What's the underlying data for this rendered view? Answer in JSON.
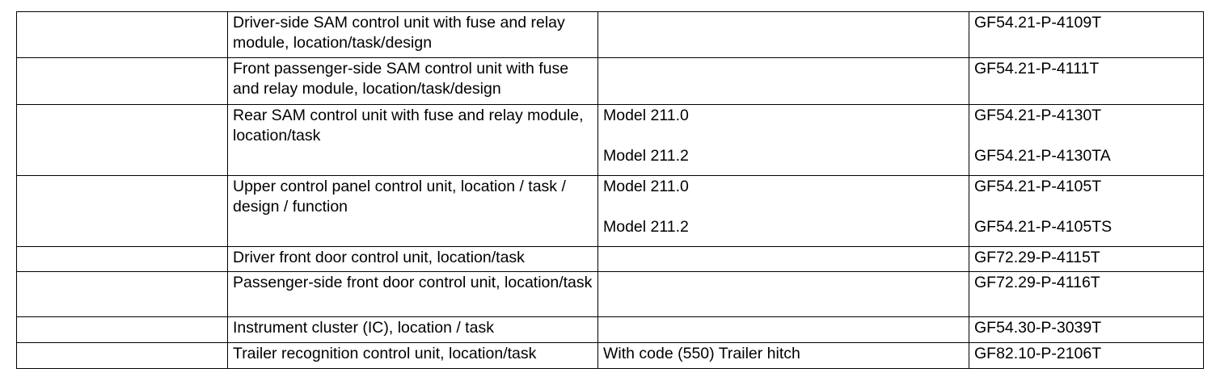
{
  "rows": [
    {
      "desc": "Driver-side SAM control unit with fuse and relay module, location/task/design",
      "cond": [],
      "codes": [
        "GF54.21-P-4109T"
      ]
    },
    {
      "desc": "Front passenger-side SAM control unit with fuse and relay module, location/task/design",
      "cond": [],
      "codes": [
        "GF54.21-P-4111T"
      ]
    },
    {
      "desc": "Rear SAM control unit with fuse and relay module, location/task",
      "cond": [
        "Model 211.0",
        "Model 211.2"
      ],
      "codes": [
        "GF54.21-P-4130T",
        "GF54.21-P-4130TA"
      ]
    },
    {
      "desc": "Upper control panel control unit, location / task / design / function",
      "cond": [
        "Model 211.0",
        "Model 211.2"
      ],
      "codes": [
        "GF54.21-P-4105T",
        "GF54.21-P-4105TS"
      ]
    },
    {
      "desc": "Driver front door control unit, location/task",
      "cond": [],
      "codes": [
        "GF72.29-P-4115T"
      ]
    },
    {
      "desc": "Passenger-side front door control unit, location/task",
      "cond": [],
      "codes": [
        "GF72.29-P-4116T"
      ]
    },
    {
      "desc": "Instrument cluster (IC), location / task",
      "cond": [],
      "codes": [
        "GF54.30-P-3039T"
      ]
    },
    {
      "desc": "Trailer recognition control unit, location/task",
      "cond": [
        "With code (550) Trailer hitch"
      ],
      "codes": [
        "GF82.10-P-2106T"
      ]
    }
  ]
}
